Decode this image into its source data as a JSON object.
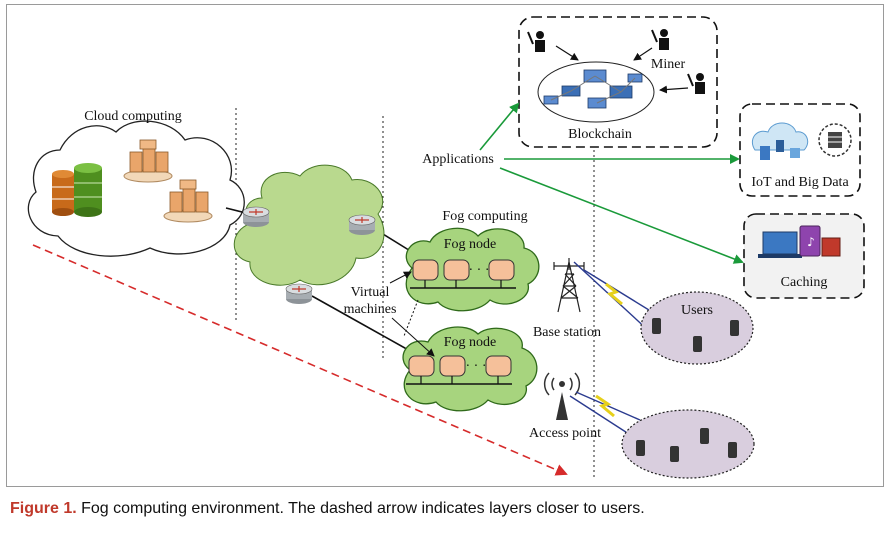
{
  "labels": {
    "cloud": "Cloud computing",
    "fog_computing": "Fog computing",
    "fog_node_1": "Fog node",
    "fog_node_2": "Fog node",
    "virtual_machines_1": "Virtual",
    "virtual_machines_2": "machines",
    "base_station": "Base station",
    "access_point": "Access point",
    "users": "Users",
    "applications": "Applications",
    "blockchain": "Blockchain",
    "miner": "Miner",
    "iot": "IoT and Big Data",
    "caching": "Caching",
    "vm_dots": "· · ·"
  },
  "caption": {
    "figure": "Figure 1.",
    "text": " Fog computing environment. The dashed arrow indicates layers closer to users."
  },
  "colors": {
    "fog_green": "#a7d47e",
    "vm_fill": "#f5c09a",
    "users_fill": "#d9cede",
    "green_arrow": "#1a9a3a",
    "red_arrow": "#d62b2b"
  }
}
